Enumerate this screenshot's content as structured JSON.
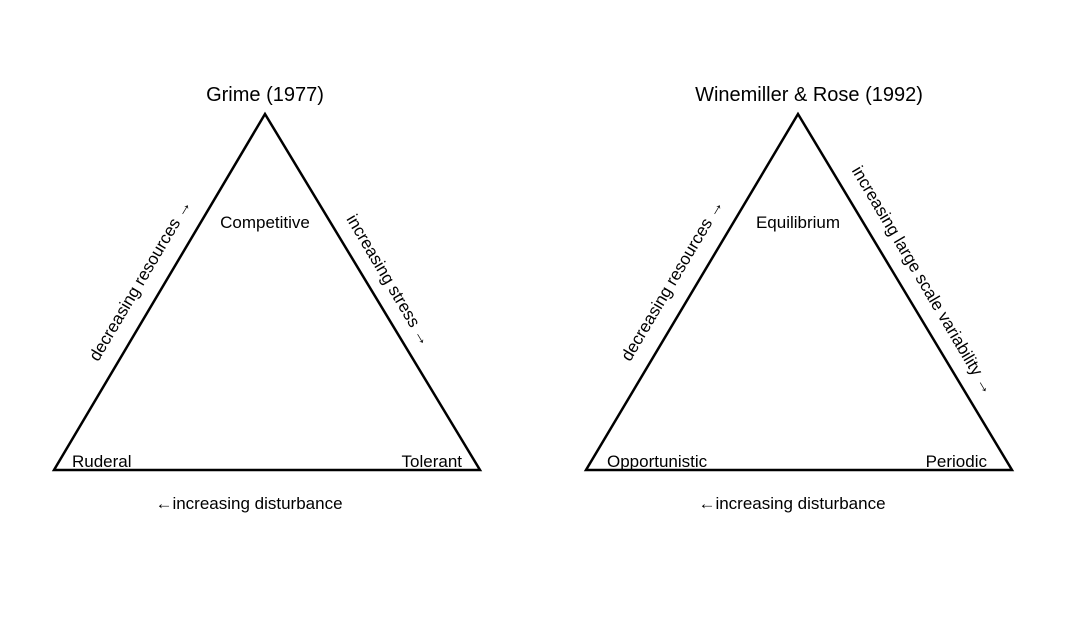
{
  "diagrams": [
    {
      "title": "Grime (1977)",
      "top": "Competitive",
      "left": "Ruderal",
      "right": "Tolerant",
      "left_edge": "decreasing resources →",
      "right_edge": "increasing stress →",
      "bottom_edge": "←increasing disturbance"
    },
    {
      "title": "Winemiller & Rose (1992)",
      "top": "Equilibrium",
      "left": "Opportunistic",
      "right": "Periodic",
      "left_edge": "decreasing resources →",
      "right_edge": "increasing large scale variability →",
      "bottom_edge": "←increasing disturbance"
    }
  ]
}
